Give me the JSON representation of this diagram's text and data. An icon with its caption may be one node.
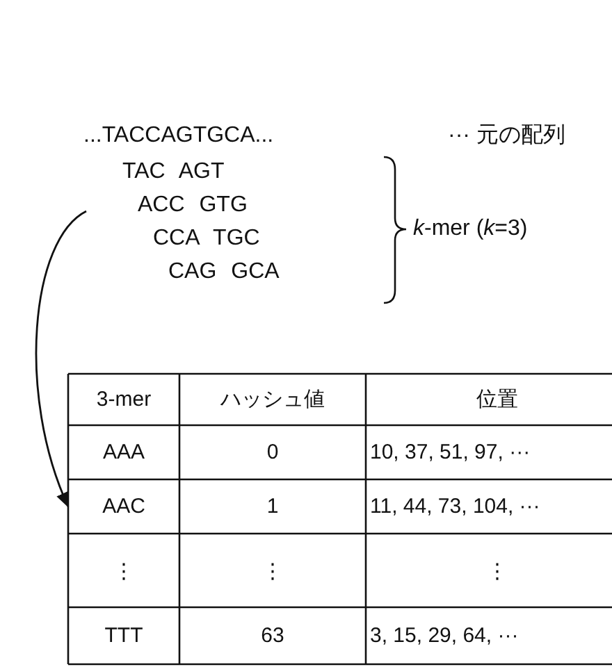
{
  "diagram": {
    "nodes": [
      {
        "text": [
          "TAC AGT",
          "ACC GTG",
          "CCA TGC",
          "CAG GCA"
        ]
      },
      {
        "text": [
          "AAC"
        ]
      }
    ],
    "edges": [
      {
        "from": 0,
        "to": 1,
        "arrow": "to"
      }
    ],
    "labels": [
      "...TACCAGTGCA...",
      "··· 元の配列",
      "*k*-mer (*k*=3)",
      "3-mer",
      "ハッシュ値",
      "位置",
      "AAA",
      "0",
      "10, 37, 51, 97, ···",
      "1",
      "11, 44, 73, 104, ···",
      "⋮",
      "⋮",
      "⋮",
      "TTT",
      "63",
      "3, 15, 29, 64, ···"
    ]
  }
}
